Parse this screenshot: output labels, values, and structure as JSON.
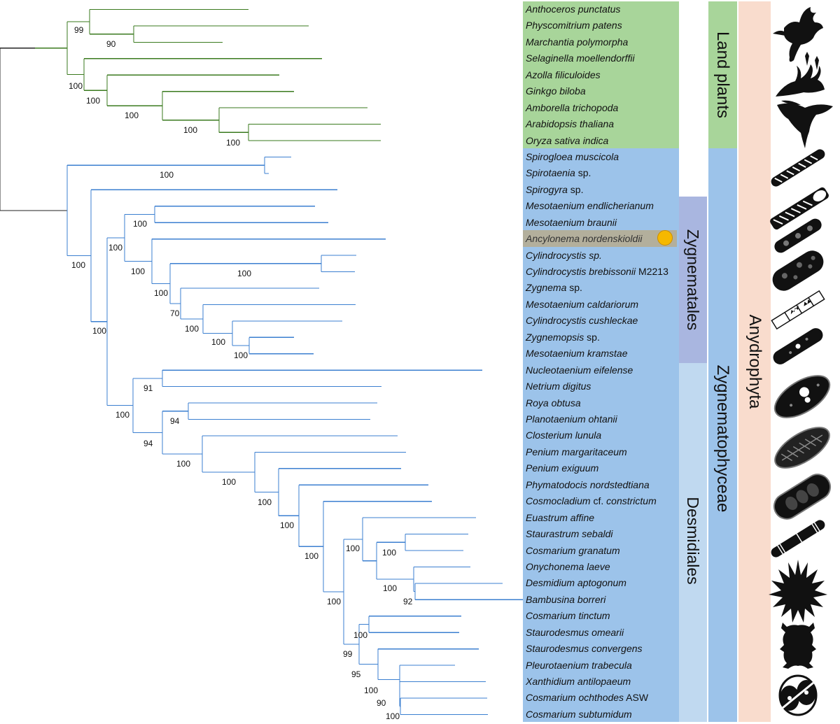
{
  "taxa": [
    {
      "name": "Anthoceros punctatus",
      "suffix": ""
    },
    {
      "name": "Physcomitrium patens",
      "suffix": ""
    },
    {
      "name": "Marchantia polymorpha",
      "suffix": ""
    },
    {
      "name": "Selaginella moellendorffii",
      "suffix": ""
    },
    {
      "name": "Azolla filiculoides",
      "suffix": ""
    },
    {
      "name": "Ginkgo biloba",
      "suffix": ""
    },
    {
      "name": "Amborella trichopoda",
      "suffix": ""
    },
    {
      "name": "Arabidopsis thaliana",
      "suffix": ""
    },
    {
      "name": "Oryza sativa indica",
      "suffix": ""
    },
    {
      "name": "Spirogloea muscicola",
      "suffix": ""
    },
    {
      "name": "Spirotaenia",
      "suffix": " sp."
    },
    {
      "name": "Spirogyra",
      "suffix": " sp."
    },
    {
      "name": "Mesotaenium endlicherianum",
      "suffix": ""
    },
    {
      "name": "Mesotaenium braunii",
      "suffix": ""
    },
    {
      "name": "Ancylonema nordenskioldii",
      "suffix": ""
    },
    {
      "name": "Cylindrocystis sp.",
      "suffix": ""
    },
    {
      "name": "Cylindrocystis brebissonii",
      "suffix": " M2213"
    },
    {
      "name": "Zygnema",
      "suffix": " sp."
    },
    {
      "name": "Mesotaenium caldariorum",
      "suffix": ""
    },
    {
      "name": "Cylindrocystis cushleckae",
      "suffix": ""
    },
    {
      "name": "Zygnemopsis",
      "suffix": " sp."
    },
    {
      "name": "Mesotaenium kramstae",
      "suffix": ""
    },
    {
      "name": "Nucleotaenium eifelense",
      "suffix": ""
    },
    {
      "name": "Netrium digitus",
      "suffix": ""
    },
    {
      "name": "Roya obtusa",
      "suffix": ""
    },
    {
      "name": "Planotaenium ohtanii",
      "suffix": ""
    },
    {
      "name": "Closterium lunula",
      "suffix": ""
    },
    {
      "name": "Penium margaritaceum",
      "suffix": ""
    },
    {
      "name": "Penium exiguum",
      "suffix": ""
    },
    {
      "name": "Phymatodocis nordstedtiana",
      "suffix": ""
    },
    {
      "name": "Cosmocladium",
      "suffix": " cf. ",
      "name2": "constrictum"
    },
    {
      "name": "Euastrum affine",
      "suffix": ""
    },
    {
      "name": "Staurastrum sebaldi",
      "suffix": ""
    },
    {
      "name": "Cosmarium granatum",
      "suffix": ""
    },
    {
      "name": "Onychonema laeve",
      "suffix": ""
    },
    {
      "name": "Desmidium aptogonum",
      "suffix": ""
    },
    {
      "name": "Bambusina borreri",
      "suffix": ""
    },
    {
      "name": "Cosmarium tinctum",
      "suffix": ""
    },
    {
      "name": "Staurodesmus omearii",
      "suffix": ""
    },
    {
      "name": "Staurodesmus convergens",
      "suffix": ""
    },
    {
      "name": "Pleurotaenium trabecula",
      "suffix": ""
    },
    {
      "name": "Xanthidium antilopaeum",
      "suffix": ""
    },
    {
      "name": "Cosmarium ochthodes",
      "suffix": " ASW"
    },
    {
      "name": "Cosmarium subtumidum",
      "suffix": ""
    }
  ],
  "groups": {
    "land_plants": "Land plants",
    "zygnematales": "Zygnematales",
    "desmidiales": "Desmidiales",
    "zygnematophyceae": "Zygnematophyceae",
    "anydrophyta": "Anydrophyta"
  },
  "colors": {
    "land_plant_branch": "#3a7a1e",
    "algae_branch": "#3b7fd0",
    "root_branch": "#222222",
    "land_plants_band": "#a8d59a",
    "zygnematophyceae_band": "#9cc3ea",
    "zygnematales_band": "#a9b6e0",
    "desmidiales_band": "#c0d9f0",
    "anydrophyta_band": "#f9dccd",
    "highlight_row": "#b3af9c",
    "highlight_marker": "#f5b800"
  },
  "highlight_taxon": "Ancylonema nordenskioldii",
  "bootstrap": {
    "n99": "99",
    "n90_land": "90",
    "n100_tracheo": "100",
    "n100_euphyll": "100",
    "n100_sperm": "100",
    "n100_angio": "100",
    "n100_monodi": "100",
    "n100_root_algae": "100",
    "n100_spirogloea": "100",
    "n100_rest": "100",
    "n100_meso": "100",
    "n100_zyg_core": "100",
    "n100_zyg_a": "100",
    "n100_cylbreb": "100",
    "n100_zyg_b": "100",
    "n70": "70",
    "n100_zyg_c": "100",
    "n100_zyg_d": "100",
    "n100_zyg_e": "100",
    "n100_desm_root": "100",
    "n91": "91",
    "n94_a": "94",
    "n94_b": "94",
    "n100_d1": "100",
    "n100_d2": "100",
    "n100_d3": "100",
    "n100_d4": "100",
    "n100_d5": "100",
    "n100_d6": "100",
    "n100_d7": "100",
    "n100_d8": "100",
    "n100_d9": "100",
    "n92": "92",
    "n99_b": "99",
    "n100_d10": "100",
    "n95": "95",
    "n100_d11": "100",
    "n90_b": "90",
    "n100_d12": "100"
  }
}
